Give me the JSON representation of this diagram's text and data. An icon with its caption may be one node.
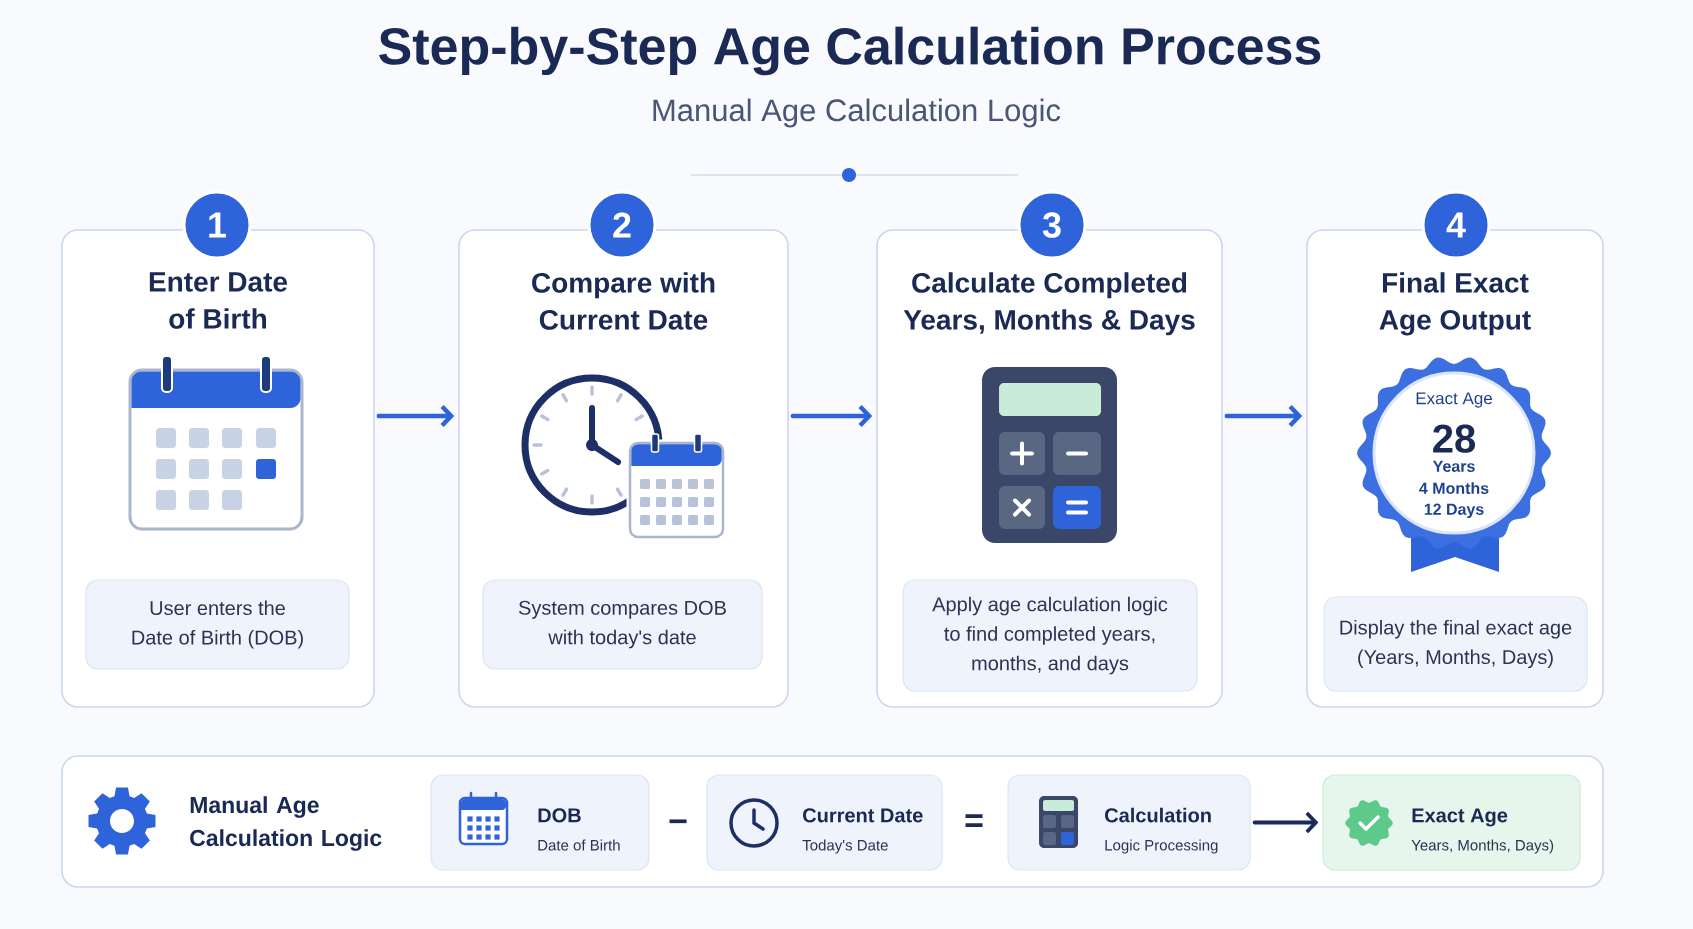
{
  "diagram": {
    "title": "Step-by-Step Age Calculation Process",
    "nodes": [
      {
        "text": [
          "1"
        ]
      },
      {
        "text": [
          "Enter Date of Birth"
        ]
      },
      {
        "text": [
          "User enters the Date of Birth (DOB)"
        ],
        "in": 1
      },
      {
        "text": [
          "2"
        ]
      },
      {
        "text": [
          "Compare with Current Date"
        ]
      },
      {
        "text": [
          "System compares DOB with today's date"
        ],
        "in": 4
      },
      {
        "text": [
          "3"
        ]
      },
      {
        "text": [
          "Calculate Completed Years, Months & Days"
        ]
      },
      {
        "text": [
          "Apply age calculation logic to find completed years, months, and days"
        ],
        "in": 7
      },
      {
        "text": [
          "4"
        ]
      },
      {
        "text": [
          "Final Exact Age Output"
        ]
      },
      {
        "text": [
          "Exact Age",
          "28",
          "Years",
          "4 Months",
          "12 Days"
        ],
        "in": 10
      },
      {
        "text": [
          "Display the final exact age (Years, Months, Days)"
        ],
        "in": 10
      },
      {
        "text": [
          "Manual Age Calculation Logic"
        ]
      },
      {
        "text": [
          "DOB",
          "Date of Birth"
        ],
        "in": 13
      },
      {
        "text": [
          "Current Date",
          "Today's Date"
        ],
        "in": 13
      },
      {
        "text": [
          "Calculation",
          "Logic Processing"
        ],
        "in": 13
      },
      {
        "text": [
          "Exact Age",
          "Years, Months, Days)"
        ],
        "in": 13
      }
    ],
    "edges": [
      {
        "from": 1,
        "to": 4,
        "arrow": "to"
      },
      {
        "from": 4,
        "to": 7,
        "arrow": "to"
      },
      {
        "from": 7,
        "to": 10,
        "arrow": "to"
      },
      {
        "from": 16,
        "to": 17,
        "arrow": "to",
        "color": "#1b2a5a"
      }
    ],
    "labels": [
      "Manual Age Calculation Logic",
      "−",
      "="
    ]
  }
}
